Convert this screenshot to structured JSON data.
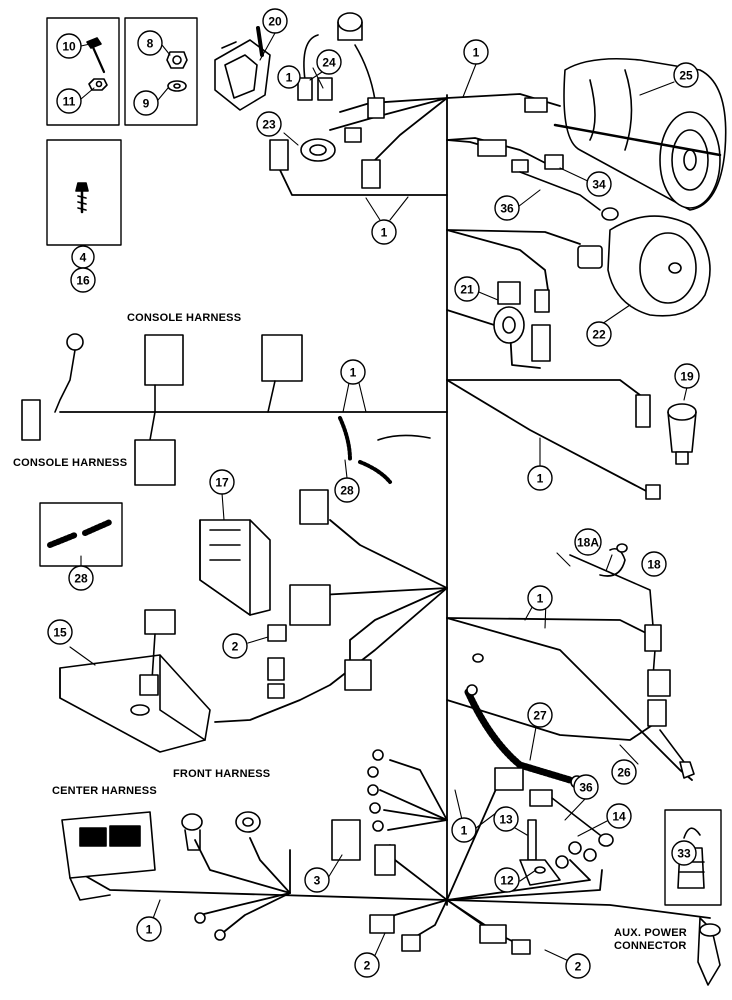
{
  "labels": {
    "console_harness_top": "CONSOLE HARNESS",
    "console_harness_left": "CONSOLE HARNESS",
    "front_harness": "FRONT HARNESS",
    "center_harness": "CENTER HARNESS",
    "aux_power_line1": "AUX. POWER",
    "aux_power_line2": "CONNECTOR"
  },
  "callouts": {
    "c1_top": "1",
    "c1_upper_left": "1",
    "c1_near_24": "1",
    "c1_console": "1",
    "c1_mid_right": "1",
    "c1_right_middle": "1",
    "c1_front": "1",
    "c1_bottom_left": "1",
    "c2_left": "2",
    "c2_bottom_left": "2",
    "c2_bottom_right": "2",
    "c3": "3",
    "c4": "4",
    "c8": "8",
    "c9": "9",
    "c10": "10",
    "c11": "11",
    "c12": "12",
    "c13": "13",
    "c14": "14",
    "c15": "15",
    "c16": "16",
    "c17": "17",
    "c18": "18",
    "c18a": "18A",
    "c19": "19",
    "c20": "20",
    "c21": "21",
    "c22": "22",
    "c23": "23",
    "c24": "24",
    "c25": "25",
    "c26": "26",
    "c27": "27",
    "c28_top": "28",
    "c28_bottom": "28",
    "c33": "33",
    "c34": "34",
    "c36_top": "36",
    "c36_bottom": "36"
  }
}
